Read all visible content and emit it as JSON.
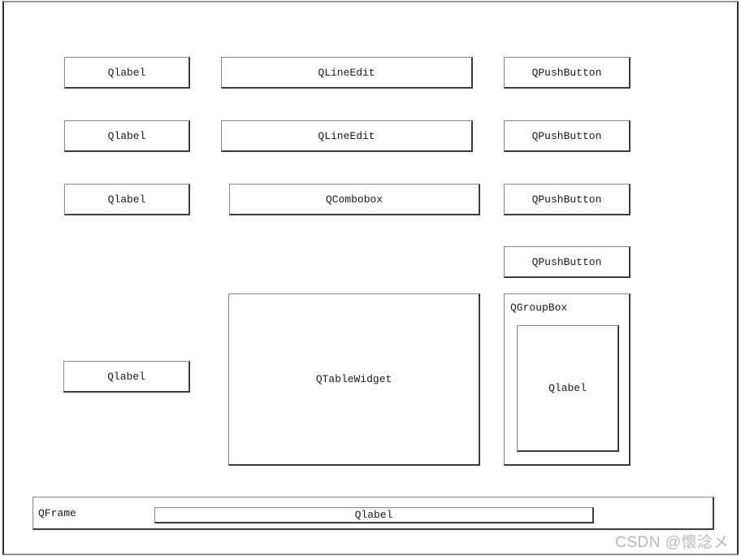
{
  "rows": [
    {
      "label": "Qlabel",
      "field": "QLineEdit",
      "button": "QPushButton"
    },
    {
      "label": "Qlabel",
      "field": "QLineEdit",
      "button": "QPushButton"
    },
    {
      "label": "Qlabel",
      "field": "QCombobox",
      "button": "QPushButton"
    },
    {
      "button": "QPushButton"
    }
  ],
  "middle": {
    "label": "Qlabel",
    "table": "QTableWidget",
    "groupbox": {
      "title": "QGroupBox",
      "label": "Qlabel"
    }
  },
  "bottom": {
    "frame_title": "QFrame",
    "label": "Qlabel"
  },
  "watermark": "CSDN @懷淰メ",
  "colors": {
    "background": "#ffffff",
    "box_border_light": "#868686",
    "box_border_dark": "#3c3c3c",
    "text": "#1a1a1a",
    "watermark": "#b8b8b8"
  }
}
